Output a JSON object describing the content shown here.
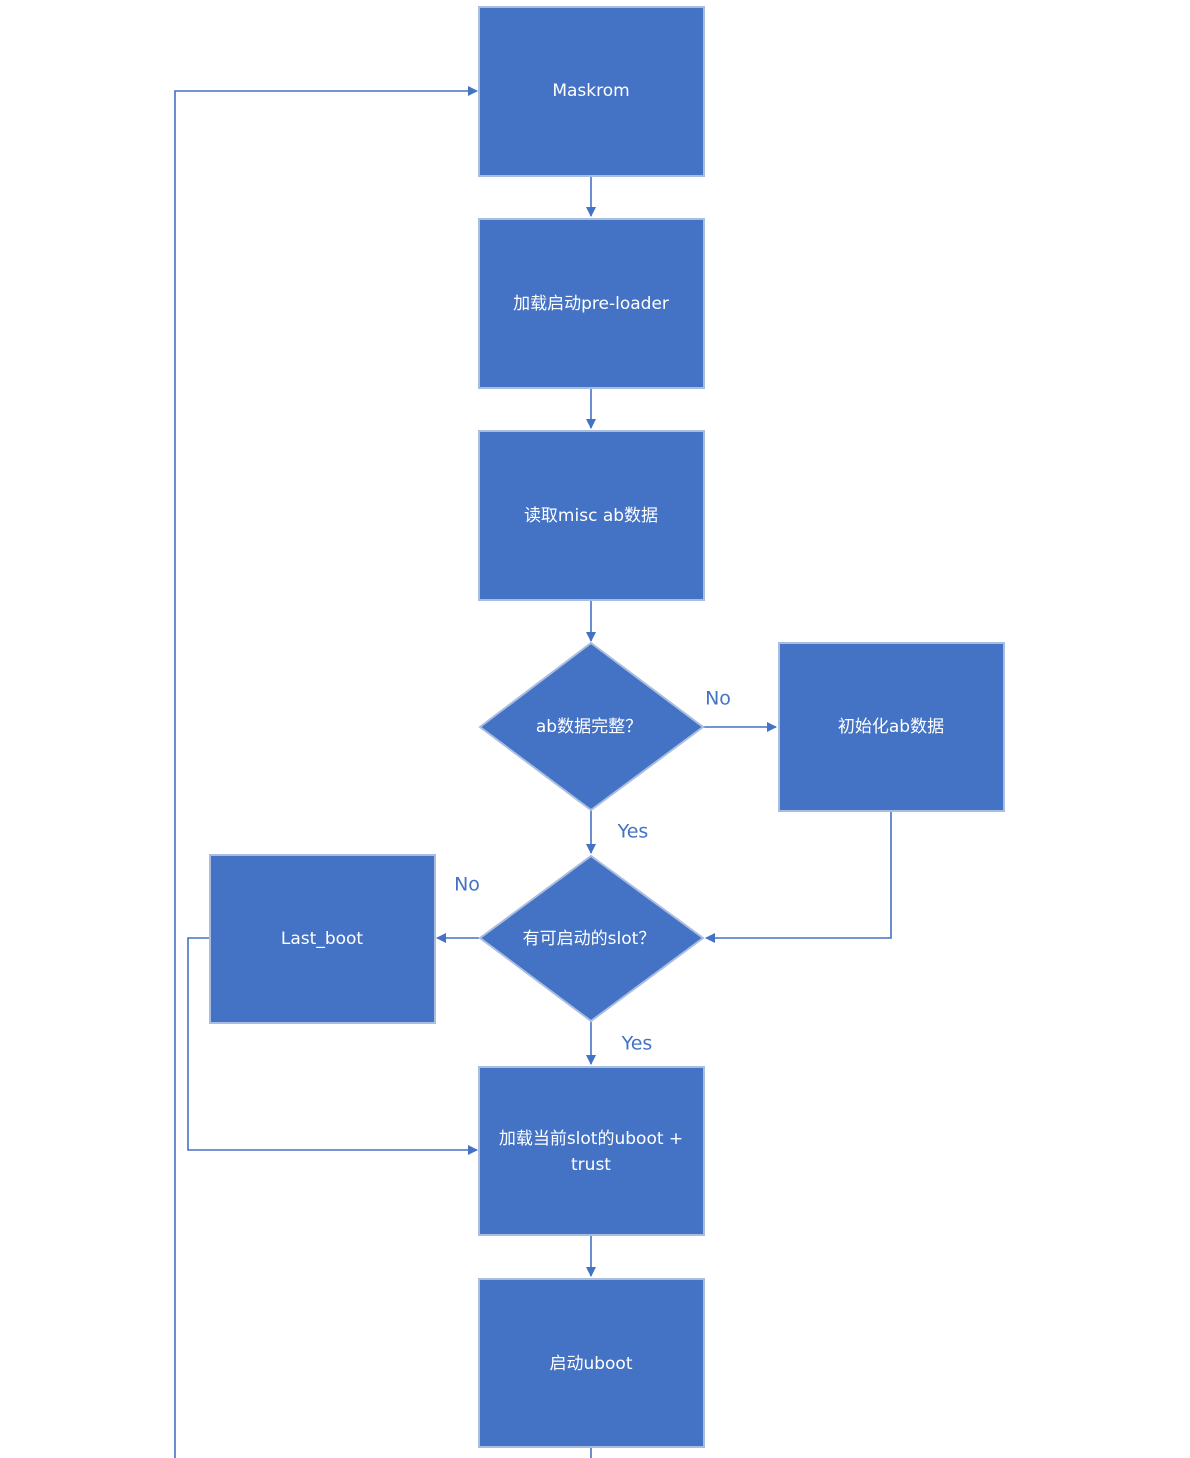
{
  "nodes": {
    "maskrom": "Maskrom",
    "load_preloader": "加载启动pre-loader",
    "read_misc": "读取misc ab数据",
    "ab_complete": "ab数据完整？",
    "init_ab": "初始化ab数据",
    "bootable_slot": "有可启动的slot？",
    "last_boot": "Last_boot",
    "load_uboot_line1": "加载当前slot的uboot +",
    "load_uboot_line2": "trust",
    "start_uboot": "启动uboot"
  },
  "edges": {
    "ab_no": "No",
    "ab_yes": "Yes",
    "slot_no": "No",
    "slot_yes": "Yes"
  },
  "colors": {
    "shape_fill": "#4472c4",
    "shape_border": "#a9bde0",
    "connector": "#4472c4",
    "shape_text": "#ffffff",
    "edge_label": "#4472c4"
  }
}
